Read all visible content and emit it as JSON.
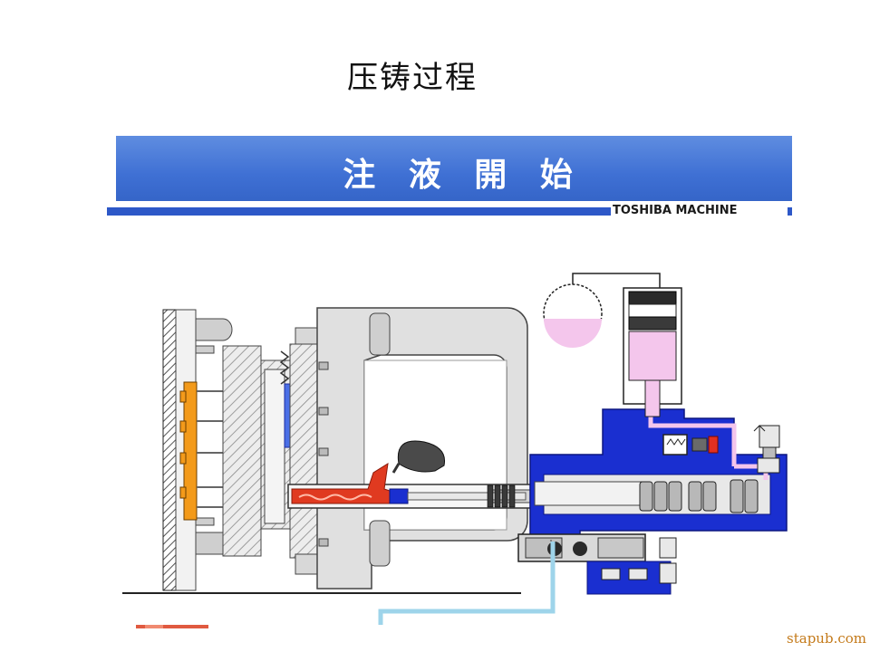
{
  "slide": {
    "title": "压铸过程"
  },
  "banner": {
    "text": "注 液 開 始",
    "brand": "TOSHIBA MACHINE"
  },
  "watermark": {
    "text": "stapub.com"
  },
  "colors": {
    "banner_blue": "#3f70d4",
    "hydraulic_blue": "#1a2fd0",
    "molten_metal": "#e03a20",
    "ejector_orange": "#f39a1a",
    "gas_pink": "#f4c6ec",
    "machine_gray": "#dcdcdc"
  }
}
